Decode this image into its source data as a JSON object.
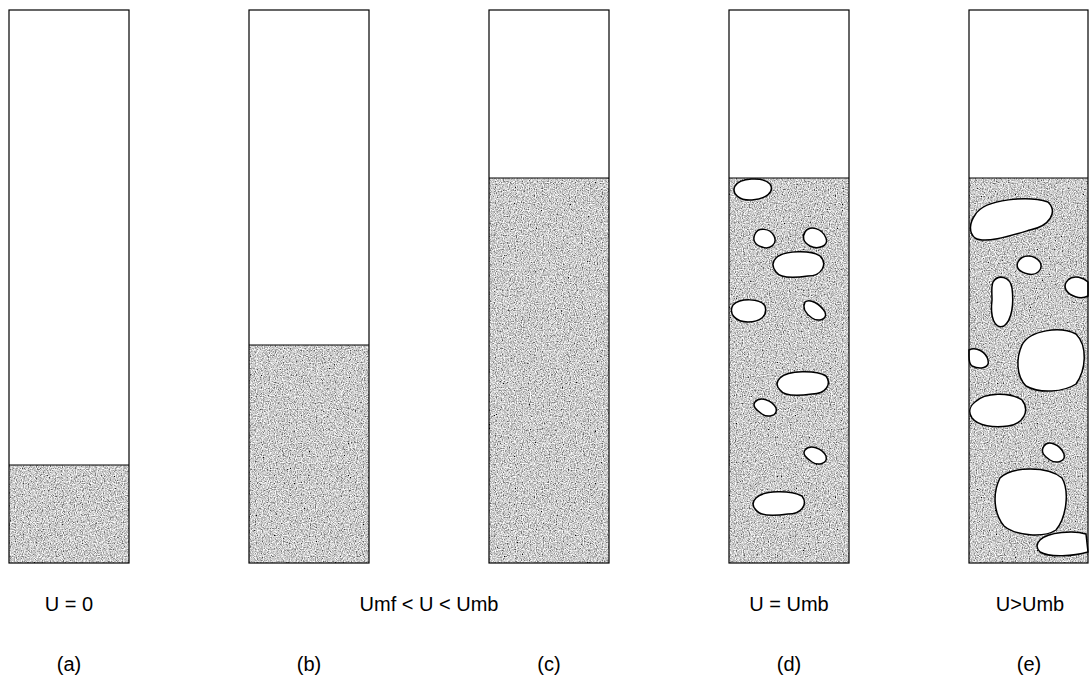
{
  "diagram": {
    "labels": [
      "U = 0",
      "Umf < U < Umb",
      "U = Umb",
      "U>Umb",
      "(a)",
      "(b)",
      "(c)",
      "(d)",
      "(e)"
    ]
  }
}
